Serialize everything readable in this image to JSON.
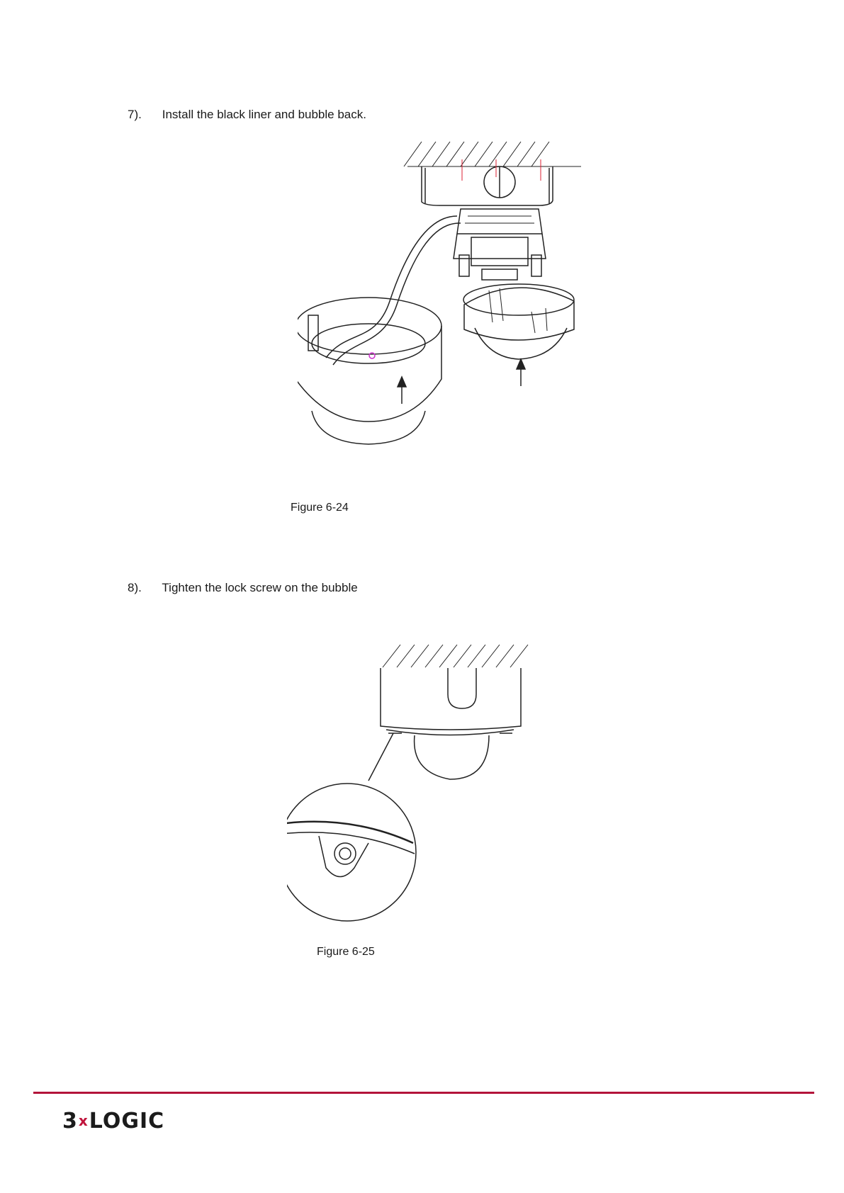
{
  "steps": [
    {
      "number": "7).",
      "text": "Install the black liner and bubble back."
    },
    {
      "number": "8).",
      "text": "Tighten the lock screw on the bubble"
    }
  ],
  "figures": [
    {
      "caption": "Figure 6-24"
    },
    {
      "caption": "Figure 6-25"
    }
  ],
  "footer": {
    "logo_pre": "3",
    "logo_x": "x",
    "logo_post": "LOGIC",
    "rule_color": "#b3143a"
  }
}
